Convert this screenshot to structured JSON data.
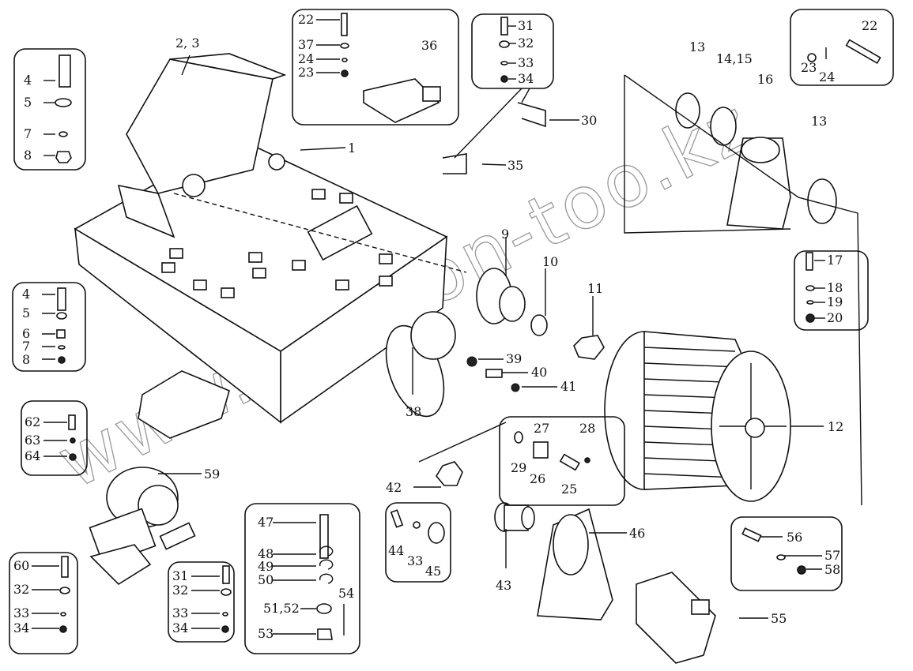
{
  "watermark": "www.sinhron-too.kz",
  "callouts": {
    "main": {
      "gearbox": "2, 3",
      "frame": "1",
      "gear": "9",
      "washer": "10",
      "nut": "11",
      "drum": "12",
      "sleeve": "38",
      "p39": "39",
      "p40": "40",
      "p41": "41",
      "coupling": "42",
      "hub": "43",
      "bracket": "46",
      "motor": "55",
      "brake": "59",
      "bracket30": "30",
      "bracket35": "35",
      "bearing_cover_a": "13",
      "bearing": "14,15",
      "support": "16",
      "bearing_cover_b": "13"
    },
    "box_a": [
      "4",
      "5",
      "7",
      "8"
    ],
    "box_b": [
      "4",
      "5",
      "6",
      "7",
      "8"
    ],
    "box_c": [
      "22",
      "37",
      "24",
      "23",
      "36"
    ],
    "box_d": [
      "31",
      "32",
      "33",
      "34"
    ],
    "box_e": [
      "23",
      "24",
      "22"
    ],
    "box_f": [
      "17",
      "18",
      "19",
      "20"
    ],
    "box_g": [
      "27",
      "28",
      "29",
      "26",
      "25"
    ],
    "box_h": [
      "44",
      "33",
      "45"
    ],
    "box_i": [
      "47",
      "48",
      "49",
      "50",
      "51,52",
      "53",
      "54"
    ],
    "box_j": [
      "56",
      "57",
      "58"
    ],
    "box_k": [
      "62",
      "63",
      "64"
    ],
    "box_l": [
      "60",
      "32",
      "33",
      "34"
    ],
    "box_m": [
      "31",
      "32",
      "33",
      "34"
    ]
  }
}
